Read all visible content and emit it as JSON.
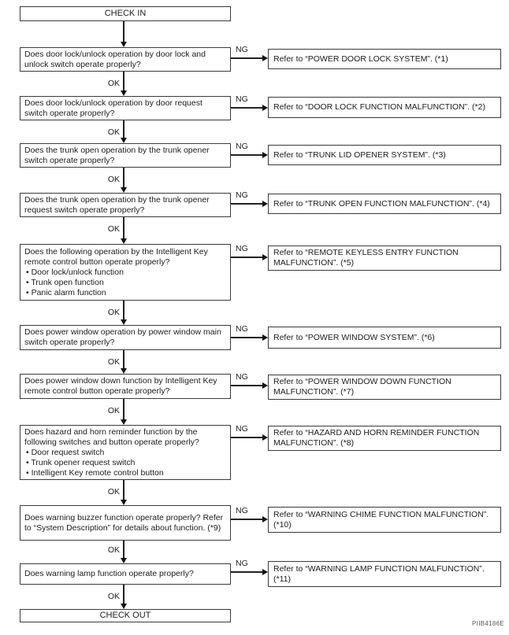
{
  "diagram": {
    "start_label": "CHECK IN",
    "end_label": "CHECK OUT",
    "ok_label": "OK",
    "ng_label": "NG",
    "figure_code": "PIIB4186E",
    "steps": [
      {
        "question": "Does door lock/unlock operation by door lock and unlock switch operate properly?",
        "referral": "Refer to “POWER DOOR LOCK SYSTEM”. (*1)"
      },
      {
        "question": "Does door lock/unlock operation by door request switch operate properly?",
        "referral": "Refer to “DOOR LOCK FUNCTION MALFUNCTION”. (*2)"
      },
      {
        "question": "Does the trunk open operation by the trunk opener switch operate properly?",
        "referral": "Refer to “TRUNK LID OPENER SYSTEM”. (*3)"
      },
      {
        "question": "Does the trunk open operation by the trunk opener request switch operate properly?",
        "referral": "Refer to “TRUNK OPEN FUNCTION MALFUNCTION”. (*4)"
      },
      {
        "question": "Does the following operation by the Intelligent Key remote control button operate properly?",
        "bullets": [
          "• Door lock/unlock function",
          "• Trunk open function",
          "• Panic alarm function"
        ],
        "referral": "Refer to “REMOTE KEYLESS ENTRY FUNCTION MALFUNCTION”. (*5)"
      },
      {
        "question": "Does power window operation by power window main switch operate properly?",
        "referral": "Refer to “POWER WINDOW SYSTEM”. (*6)"
      },
      {
        "question": "Does power window down function by Intelligent Key remote control button operate properly?",
        "referral": "Refer to “POWER WINDOW DOWN FUNCTION MALFUNCTION”. (*7)"
      },
      {
        "question": "Does hazard and horn reminder function by the following switches and button operate properly?",
        "bullets": [
          "• Door request switch",
          "• Trunk opener request switch",
          "• Intelligent Key remote control button"
        ],
        "referral": "Refer to “HAZARD AND HORN REMINDER FUNCTION MALFUNCTION”. (*8)"
      },
      {
        "question": "Does warning buzzer function operate properly? Refer to “System Description” for details about function. (*9)",
        "referral": "Refer to “WARNING CHIME FUNCTION MALFUNCTION”. (*10)"
      },
      {
        "question": "Does warning lamp function operate properly?",
        "referral": "Refer to “WARNING LAMP FUNCTION MALFUNCTION”. (*11)"
      }
    ]
  }
}
